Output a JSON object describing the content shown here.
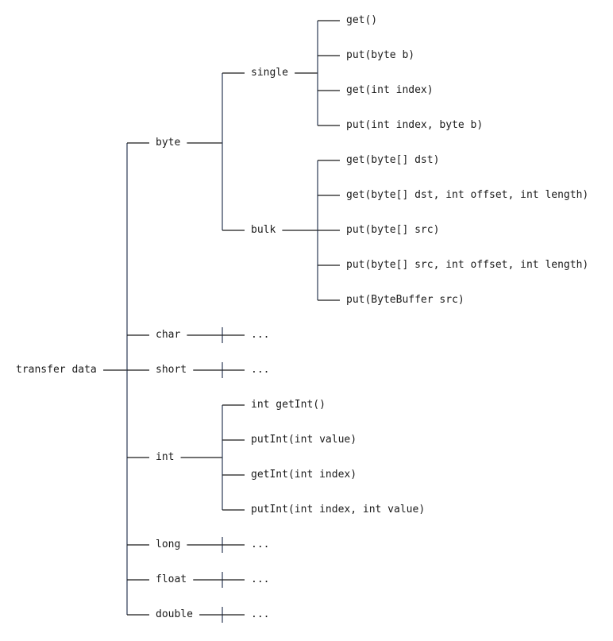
{
  "diagram": {
    "title": "transfer data",
    "colors": {
      "line": "#1a1a1a",
      "text": "#1a1a1a",
      "background": "#ffffff"
    },
    "root": {
      "label": "transfer data",
      "children": [
        {
          "label": "byte",
          "children": [
            {
              "label": "single",
              "children": [
                {
                  "label": "get()"
                },
                {
                  "label": "put(byte b)"
                },
                {
                  "label": "get(int index)"
                },
                {
                  "label": "put(int index, byte b)"
                }
              ]
            },
            {
              "label": "bulk",
              "children": [
                {
                  "label": "get(byte[] dst)"
                },
                {
                  "label": "get(byte[] dst, int offset, int length)"
                },
                {
                  "label": "put(byte[] src)"
                },
                {
                  "label": "put(byte[] src, int offset, int length)"
                },
                {
                  "label": "put(ByteBuffer src)"
                }
              ]
            }
          ]
        },
        {
          "label": "char",
          "children": [
            {
              "label": "..."
            }
          ]
        },
        {
          "label": "short",
          "children": [
            {
              "label": "..."
            }
          ]
        },
        {
          "label": "int",
          "children": [
            {
              "label": "int getInt()"
            },
            {
              "label": "putInt(int value)"
            },
            {
              "label": "getInt(int index)"
            },
            {
              "label": "putInt(int index, int value)"
            }
          ]
        },
        {
          "label": "long",
          "children": [
            {
              "label": "..."
            }
          ]
        },
        {
          "label": "float",
          "children": [
            {
              "label": "..."
            }
          ]
        },
        {
          "label": "double",
          "children": [
            {
              "label": "..."
            }
          ]
        }
      ]
    }
  }
}
